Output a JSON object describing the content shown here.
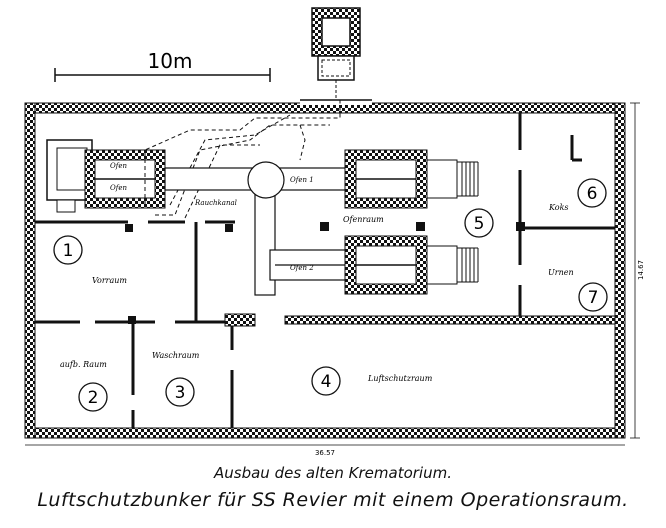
{
  "scale": {
    "label": "10m"
  },
  "dimensions": {
    "width": "36.57",
    "height": "14.67"
  },
  "rooms": [
    {
      "number": "1",
      "label": "Vorraum"
    },
    {
      "number": "2",
      "label": "aufb. Raum"
    },
    {
      "number": "3",
      "label": "Waschraum"
    },
    {
      "number": "4",
      "label": "Luftschutzraum"
    },
    {
      "number": "5",
      "label": "Ofenraum"
    },
    {
      "number": "6",
      "label": "Koks"
    },
    {
      "number": "7",
      "label": "Urnen"
    }
  ],
  "furnaces": {
    "left_top": "Ofen",
    "left_mid": "Ofen",
    "oven_1": "Ofen 1",
    "oven_2": "Ofen 2",
    "flue": "Rauchkanal"
  },
  "captions": {
    "subtitle": "Ausbau des alten Krematorium.",
    "title": "Luftschutzbunker für SS Revier mit einem Operationsraum."
  }
}
